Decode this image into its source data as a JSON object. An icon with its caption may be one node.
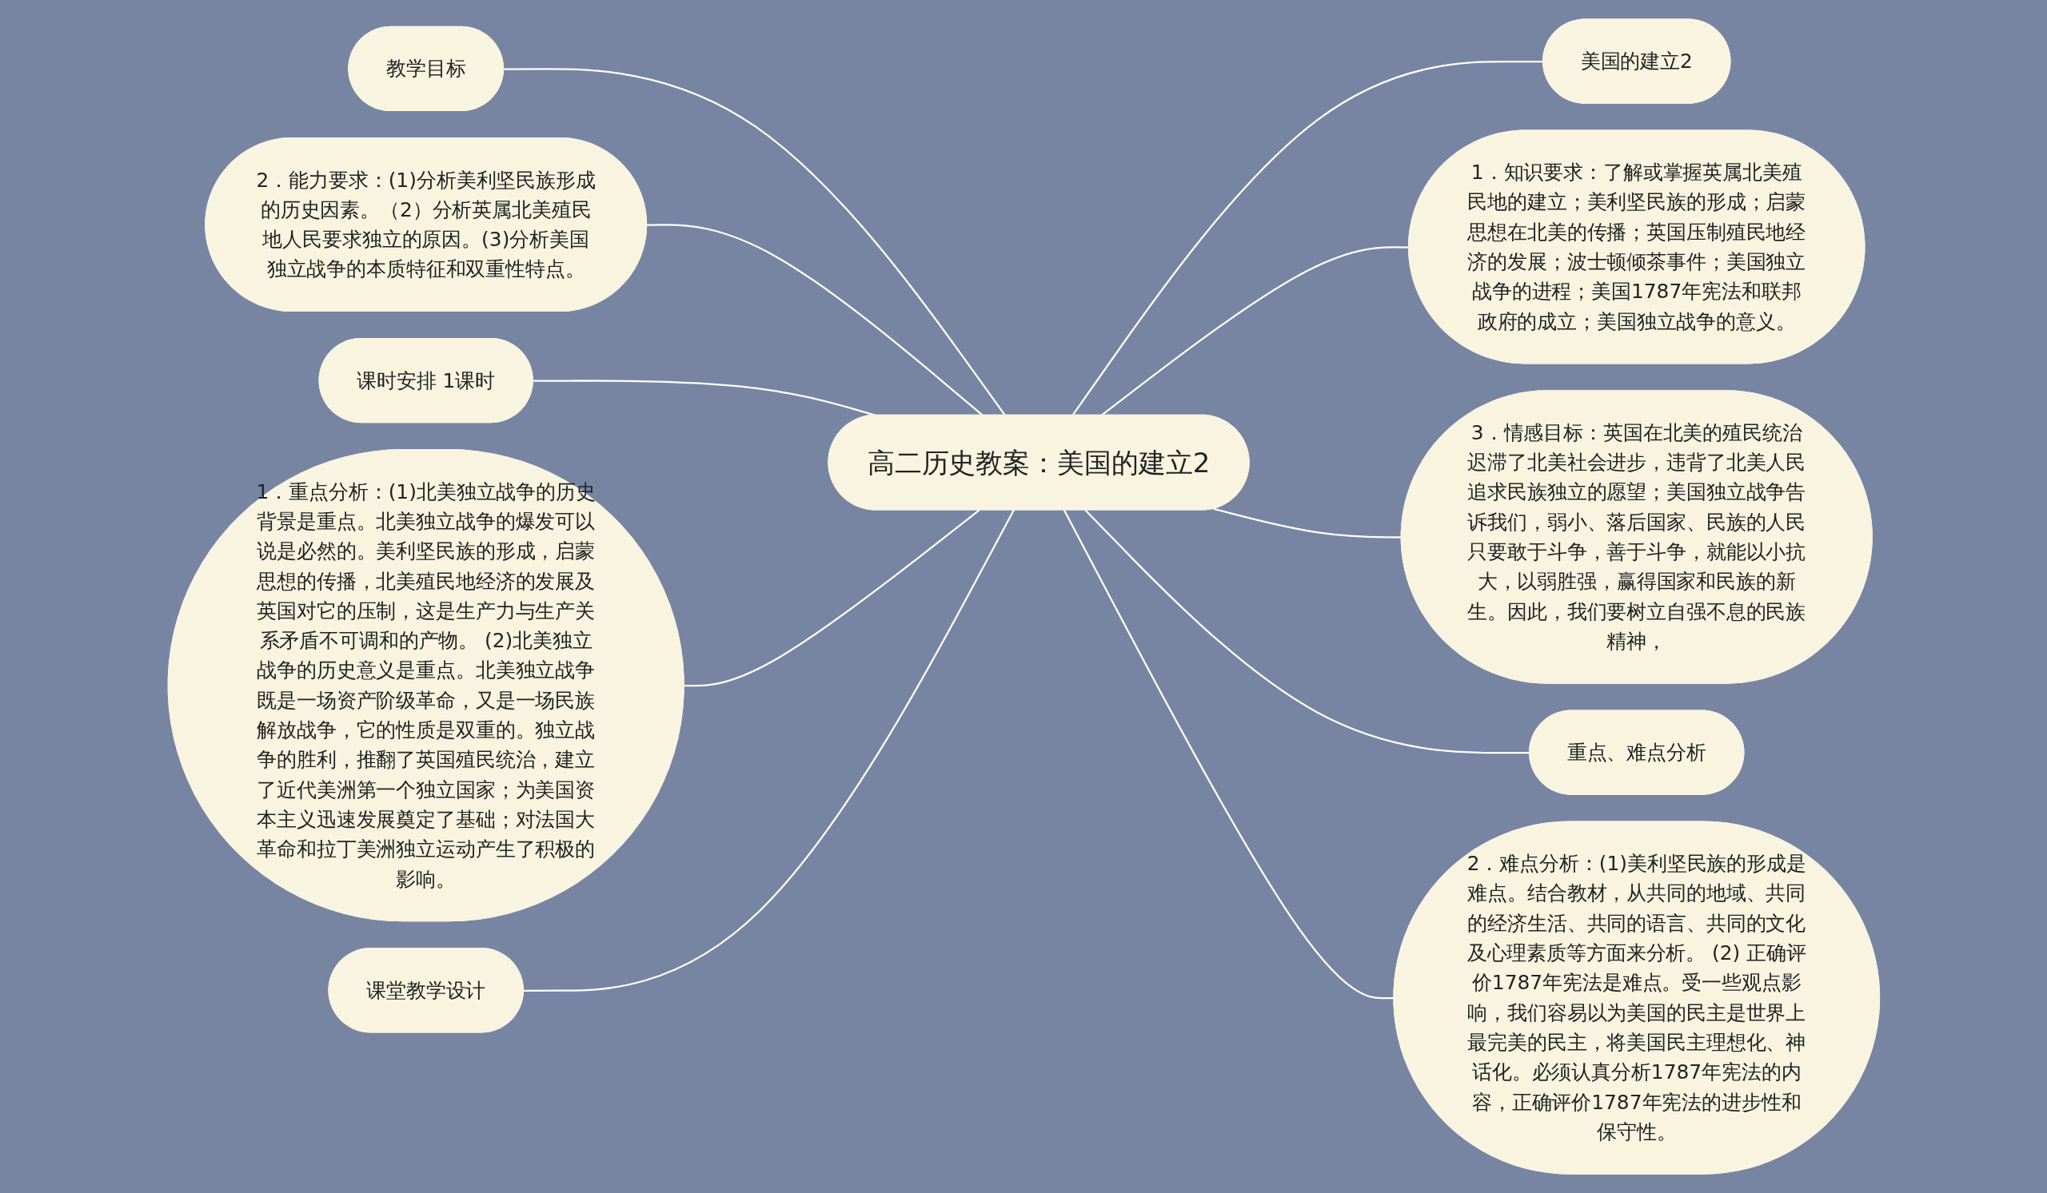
{
  "diagram": {
    "nodes": [
      {
        "text": [
          "高二历史教案：美国的建立2"
        ]
      },
      {
        "text": [
          "美国的建立2"
        ]
      },
      {
        "text": [
          "教学目标"
        ]
      },
      {
        "text": [
          "1．知识要求：了解或掌握英属北美殖民地的建立；美利坚民族的形成；启蒙思想在北美的传播；英国压制殖民地经济的发展；波士顿倾茶事件；美国独立战争的进程；美国1787年宪法和联邦政府的成立；美国独立战争的意义。"
        ]
      },
      {
        "text": [
          "2．能力要求：(1)分析美利坚民族形成的历史因素。（2）分析英属北美殖民地人民要求独立的原因。(3)分析美国独立战争的本质特征和双重性特点。"
        ]
      },
      {
        "text": [
          "3．情感目标：英国在北美的殖民统治迟滞了北美社会进步，违背了北美人民追求民族独立的愿望；美国独立战争告诉我们，弱小、落后国家、民族的人民只要敢于斗争，善于斗争，就能以小抗大，以弱胜强，赢得国家和民族的新生。因此，我们要树立自强不息的民族精神，"
        ]
      },
      {
        "text": [
          "课时安排 1课时"
        ]
      },
      {
        "text": [
          "重点、难点分析"
        ]
      },
      {
        "text": [
          "1．重点分析：(1)北美独立战争的历史背景是重点。北美独立战争的爆发可以说是必然的。美利坚民族的形成，启蒙思想的传播，北美殖民地经济的发展及英国对它的压制，这是生产力与生产关系矛盾不可调和的产物。 (2)北美独立战争的历史意义是重点。北美独立战争既是一场资产阶级革命，又是一场民族解放战争，它的性质是双重的。独立战争的胜利，推翻了英国殖民统治，建立了近代美洲第一个独立国家；为美国资本主义迅速发展奠定了基础；对法国大革命和拉丁美洲独立运动产生了积极的影响。"
        ]
      },
      {
        "text": [
          "2．难点分析：(1)美利坚民族的形成是难点。结合教材，从共同的地域、共同的经济生活、共同的语言、共同的文化及心理素质等方面来分析。 (2) 正确评价1787年宪法是难点。受一些观点影响，我们容易以为美国的民主是世界上最完美的民主，将美国民主理想化、神话化。必须认真分析1787年宪法的内容，正确评价1787年宪法的进步性和保守性。"
        ]
      },
      {
        "text": [
          "课堂教学设计"
        ]
      }
    ],
    "edges": [
      {
        "from": 0,
        "to": 1,
        "arrow": "none"
      },
      {
        "from": 2,
        "to": 0,
        "arrow": "none"
      },
      {
        "from": 0,
        "to": 3,
        "arrow": "none"
      },
      {
        "from": 4,
        "to": 0,
        "arrow": "none"
      },
      {
        "from": 6,
        "to": 0,
        "arrow": "none"
      },
      {
        "from": 0,
        "to": 5,
        "arrow": "none"
      },
      {
        "from": 8,
        "to": 0,
        "arrow": "none"
      },
      {
        "from": 0,
        "to": 7,
        "arrow": "none"
      },
      {
        "from": 0,
        "to": 9,
        "arrow": "none"
      },
      {
        "from": 10,
        "to": 0,
        "arrow": "none"
      }
    ]
  }
}
